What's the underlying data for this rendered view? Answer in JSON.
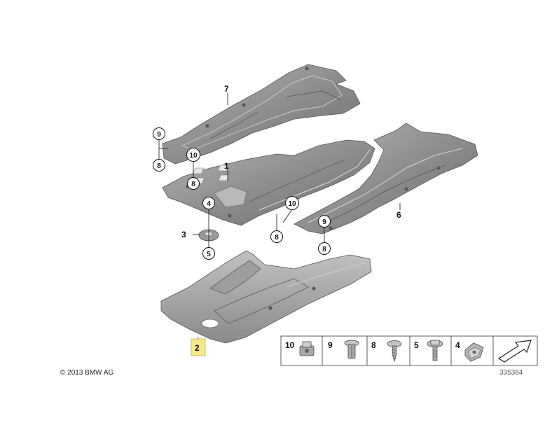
{
  "diagram": {
    "parts": [
      {
        "id": "1",
        "name": "1"
      },
      {
        "id": "2",
        "name": "2"
      },
      {
        "id": "3",
        "name": "3"
      },
      {
        "id": "6",
        "name": "6"
      },
      {
        "id": "7",
        "name": "7"
      }
    ],
    "callouts": {
      "c9_top": "9",
      "c8_top": "8",
      "c10_top": "10",
      "c8_mid": "8",
      "c4": "4",
      "c5": "5",
      "c10_right": "10",
      "c8_right_low": "8",
      "c9_right": "9",
      "c8_right": "8"
    },
    "legend": [
      {
        "number": "10",
        "icon": "clip-nut-icon"
      },
      {
        "number": "9",
        "icon": "expansion-rivet-icon"
      },
      {
        "number": "8",
        "icon": "sheet-metal-screw-icon"
      },
      {
        "number": "5",
        "icon": "bolt-icon"
      },
      {
        "number": "4",
        "icon": "spring-nut-icon"
      }
    ],
    "highlight_color": "#f5e98a",
    "panel_color": "#8d8d8d"
  },
  "footer": {
    "copyright": "© 2013 BMW AG",
    "diagram_number": "335384"
  }
}
